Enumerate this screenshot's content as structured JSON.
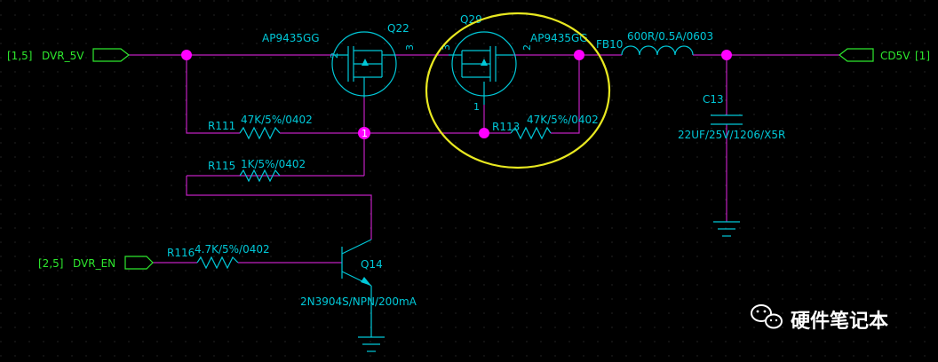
{
  "nets": {
    "dvr_5v": {
      "ref": "[1,5]",
      "name": "DVR_5V"
    },
    "cd5v": {
      "ref": "[1]",
      "name": "CD5V"
    },
    "dvr_en": {
      "ref": "[2,5]",
      "name": "DVR_EN"
    }
  },
  "parts": {
    "q22": {
      "ref": "Q22",
      "value": "AP9435GG",
      "pin_g": "2",
      "pin_d": "3"
    },
    "q29": {
      "ref": "Q29",
      "value": "AP9435GG",
      "pin_s": "3",
      "pin_d": "2",
      "pin_g": "1"
    },
    "fb10": {
      "ref": "FB10",
      "value": "600R/0.5A/0603"
    },
    "c13": {
      "ref": "C13",
      "value": "22UF/25V/1206/X5R"
    },
    "r111": {
      "ref": "R111",
      "value": "47K/5%/0402"
    },
    "r113": {
      "ref": "R113",
      "value": "47K/5%/0402"
    },
    "r115": {
      "ref": "R115",
      "value": "1K/5%/0402"
    },
    "r116": {
      "ref": "R116",
      "value": "4.7K/5%/0402"
    },
    "q14": {
      "ref": "Q14",
      "value": "2N3904S/NPN/200mA"
    }
  },
  "junction_pin_label": "1",
  "watermark": {
    "text": "硬件笔记本",
    "icon": "wechat-icon"
  },
  "colors": {
    "wire": "#c020c0",
    "part": "#00c8d8",
    "net": "#2ee82e",
    "junction": "#ff00ff",
    "highlight": "#e8e820",
    "grid": "#333333"
  }
}
